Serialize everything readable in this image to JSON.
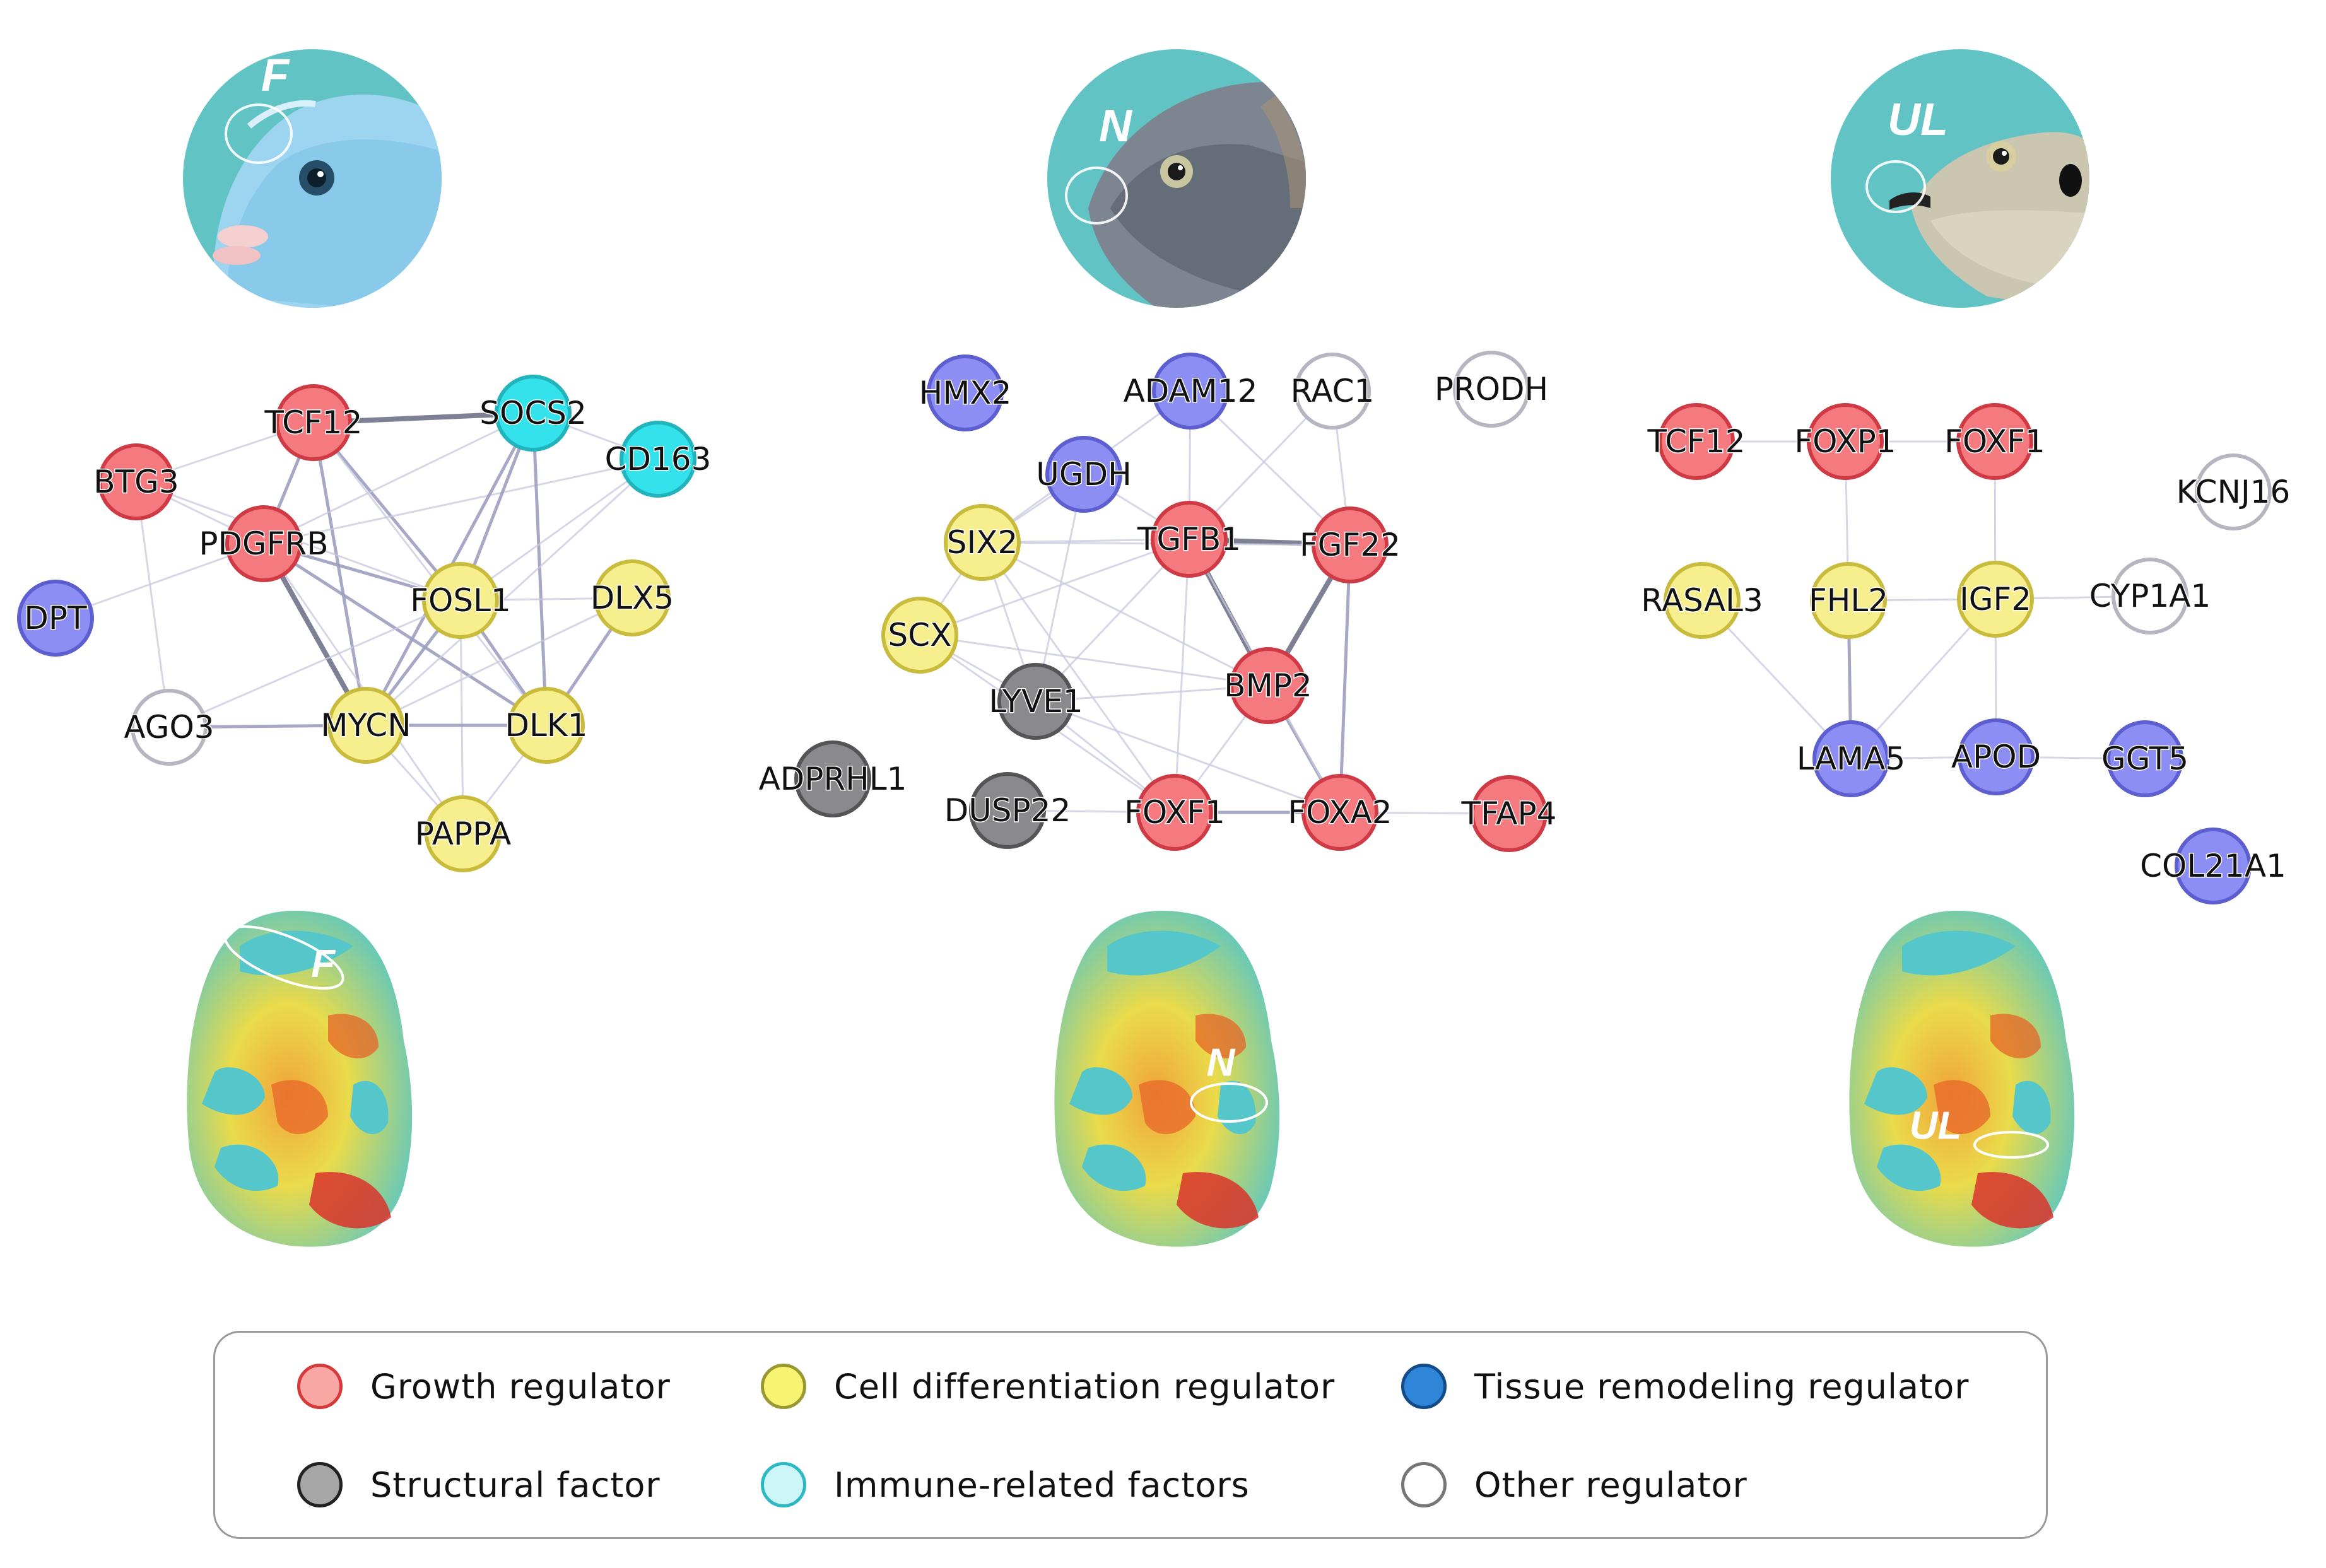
{
  "panels": [
    {
      "id": "panel-F",
      "tag": "F",
      "head_color": "#8ec9e8",
      "nodes": [
        {
          "id": "TCF12",
          "label": "TCF12",
          "category": "growth"
        },
        {
          "id": "SOCS2",
          "label": "SOCS2",
          "category": "immune"
        },
        {
          "id": "CD163",
          "label": "CD163",
          "category": "immune"
        },
        {
          "id": "BTG3",
          "label": "BTG3",
          "category": "growth"
        },
        {
          "id": "PDGFRB",
          "label": "PDGFRB",
          "category": "growth"
        },
        {
          "id": "DPT",
          "label": "DPT",
          "category": "tissue"
        },
        {
          "id": "FOSL1",
          "label": "FOSL1",
          "category": "differentiation"
        },
        {
          "id": "DLX5",
          "label": "DLX5",
          "category": "differentiation"
        },
        {
          "id": "AGO3",
          "label": "AGO3",
          "category": "other"
        },
        {
          "id": "MYCN",
          "label": "MYCN",
          "category": "differentiation"
        },
        {
          "id": "DLK1",
          "label": "DLK1",
          "category": "differentiation"
        },
        {
          "id": "PAPPA",
          "label": "PAPPA",
          "category": "differentiation"
        }
      ],
      "edges": [
        [
          "TCF12",
          "SOCS2",
          "strong"
        ],
        [
          "TCF12",
          "BTG3",
          "weak"
        ],
        [
          "TCF12",
          "PDGFRB",
          "medium"
        ],
        [
          "TCF12",
          "FOSL1",
          "medium"
        ],
        [
          "TCF12",
          "MYCN",
          "medium"
        ],
        [
          "TCF12",
          "DLK1",
          "weak"
        ],
        [
          "BTG3",
          "PDGFRB",
          "weak"
        ],
        [
          "BTG3",
          "AGO3",
          "weak"
        ],
        [
          "BTG3",
          "FOSL1",
          "weak"
        ],
        [
          "PDGFRB",
          "FOSL1",
          "medium"
        ],
        [
          "PDGFRB",
          "MYCN",
          "strong"
        ],
        [
          "PDGFRB",
          "DLK1",
          "medium"
        ],
        [
          "PDGFRB",
          "SOCS2",
          "weak"
        ],
        [
          "PDGFRB",
          "CD163",
          "weak"
        ],
        [
          "PDGFRB",
          "DPT",
          "weak"
        ],
        [
          "PDGFRB",
          "PAPPA",
          "weak"
        ],
        [
          "SOCS2",
          "FOSL1",
          "medium"
        ],
        [
          "SOCS2",
          "MYCN",
          "medium"
        ],
        [
          "SOCS2",
          "DLK1",
          "medium"
        ],
        [
          "SOCS2",
          "CD163",
          "weak"
        ],
        [
          "CD163",
          "MYCN",
          "weak"
        ],
        [
          "CD163",
          "FOSL1",
          "weak"
        ],
        [
          "FOSL1",
          "MYCN",
          "medium"
        ],
        [
          "FOSL1",
          "DLK1",
          "medium"
        ],
        [
          "FOSL1",
          "PAPPA",
          "weak"
        ],
        [
          "FOSL1",
          "DLX5",
          "weak"
        ],
        [
          "DLX5",
          "DLK1",
          "medium"
        ],
        [
          "DLX5",
          "MYCN",
          "weak"
        ],
        [
          "MYCN",
          "AGO3",
          "medium"
        ],
        [
          "MYCN",
          "DLK1",
          "medium"
        ],
        [
          "MYCN",
          "PAPPA",
          "weak"
        ],
        [
          "DLK1",
          "PAPPA",
          "weak"
        ],
        [
          "AGO3",
          "FOSL1",
          "weak"
        ]
      ]
    },
    {
      "id": "panel-N",
      "tag": "N",
      "head_color": "#7d8590",
      "nodes": [
        {
          "id": "HMX2",
          "label": "HMX2",
          "category": "tissue"
        },
        {
          "id": "ADAM12",
          "label": "ADAM12",
          "category": "tissue"
        },
        {
          "id": "RAC1",
          "label": "RAC1",
          "category": "other"
        },
        {
          "id": "PRODH",
          "label": "PRODH",
          "category": "other"
        },
        {
          "id": "UGDH",
          "label": "UGDH",
          "category": "tissue"
        },
        {
          "id": "SIX2",
          "label": "SIX2",
          "category": "differentiation"
        },
        {
          "id": "TGFB1",
          "label": "TGFB1",
          "category": "growth"
        },
        {
          "id": "FGF22",
          "label": "FGF22",
          "category": "growth"
        },
        {
          "id": "SCX",
          "label": "SCX",
          "category": "differentiation"
        },
        {
          "id": "LYVE1",
          "label": "LYVE1",
          "category": "structural"
        },
        {
          "id": "BMP2",
          "label": "BMP2",
          "category": "growth"
        },
        {
          "id": "ADPRHL1",
          "label": "ADPRHL1",
          "category": "structural"
        },
        {
          "id": "DUSP22",
          "label": "DUSP22",
          "category": "structural"
        },
        {
          "id": "FOXF1",
          "label": "FOXF1",
          "category": "growth"
        },
        {
          "id": "FOXA2",
          "label": "FOXA2",
          "category": "growth"
        },
        {
          "id": "TFAP4",
          "label": "TFAP4",
          "category": "growth"
        }
      ],
      "edges": [
        [
          "TGFB1",
          "FGF22",
          "strong"
        ],
        [
          "TGFB1",
          "BMP2",
          "strong"
        ],
        [
          "FGF22",
          "BMP2",
          "strong"
        ],
        [
          "BMP2",
          "FOXA2",
          "medium"
        ],
        [
          "FGF22",
          "FOXA2",
          "medium"
        ],
        [
          "TGFB1",
          "ADAM12",
          "weak"
        ],
        [
          "TGFB1",
          "RAC1",
          "weak"
        ],
        [
          "TGFB1",
          "UGDH",
          "weak"
        ],
        [
          "TGFB1",
          "SIX2",
          "weak"
        ],
        [
          "TGFB1",
          "SCX",
          "weak"
        ],
        [
          "TGFB1",
          "LYVE1",
          "weak"
        ],
        [
          "TGFB1",
          "FOXF1",
          "weak"
        ],
        [
          "TGFB1",
          "FOXA2",
          "weak"
        ],
        [
          "FGF22",
          "RAC1",
          "weak"
        ],
        [
          "FGF22",
          "SIX2",
          "weak"
        ],
        [
          "FGF22",
          "ADAM12",
          "weak"
        ],
        [
          "BMP2",
          "SIX2",
          "weak"
        ],
        [
          "BMP2",
          "SCX",
          "weak"
        ],
        [
          "BMP2",
          "LYVE1",
          "weak"
        ],
        [
          "BMP2",
          "FOXF1",
          "weak"
        ],
        [
          "SIX2",
          "SCX",
          "weak"
        ],
        [
          "SIX2",
          "LYVE1",
          "weak"
        ],
        [
          "SCX",
          "LYVE1",
          "weak"
        ],
        [
          "SCX",
          "FOXF1",
          "weak"
        ],
        [
          "UGDH",
          "LYVE1",
          "weak"
        ],
        [
          "UGDH",
          "SIX2",
          "weak"
        ],
        [
          "FOXF1",
          "FOXA2",
          "medium"
        ],
        [
          "FOXF1",
          "DUSP22",
          "weak"
        ],
        [
          "FOXA2",
          "TFAP4",
          "weak"
        ],
        [
          "LYVE1",
          "FOXF1",
          "weak"
        ],
        [
          "LYVE1",
          "FOXA2",
          "weak"
        ],
        [
          "ADAM12",
          "SIX2",
          "weak"
        ],
        [
          "SIX2",
          "FOXF1",
          "weak"
        ]
      ]
    },
    {
      "id": "panel-UL",
      "tag": "UL",
      "head_color": "#bdb9a6",
      "nodes": [
        {
          "id": "TCF12b",
          "label": "TCF12",
          "category": "growth"
        },
        {
          "id": "FOXP1",
          "label": "FOXP1",
          "category": "growth"
        },
        {
          "id": "FOXF1b",
          "label": "FOXF1",
          "category": "growth"
        },
        {
          "id": "KCNJ16",
          "label": "KCNJ16",
          "category": "other"
        },
        {
          "id": "RASAL3",
          "label": "RASAL3",
          "category": "differentiation"
        },
        {
          "id": "FHL2",
          "label": "FHL2",
          "category": "differentiation"
        },
        {
          "id": "IGF2",
          "label": "IGF2",
          "category": "differentiation"
        },
        {
          "id": "CYP1A1",
          "label": "CYP1A1",
          "category": "other"
        },
        {
          "id": "LAMA5",
          "label": "LAMA5",
          "category": "tissue"
        },
        {
          "id": "APOD",
          "label": "APOD",
          "category": "tissue"
        },
        {
          "id": "GGT5",
          "label": "GGT5",
          "category": "tissue"
        },
        {
          "id": "COL21A1",
          "label": "COL21A1",
          "category": "tissue"
        }
      ],
      "edges": [
        [
          "TCF12b",
          "FOXP1",
          "weak"
        ],
        [
          "FOXP1",
          "FOXF1b",
          "weak"
        ],
        [
          "FOXP1",
          "FHL2",
          "weak"
        ],
        [
          "FOXF1b",
          "IGF2",
          "weak"
        ],
        [
          "FHL2",
          "IGF2",
          "weak"
        ],
        [
          "FHL2",
          "LAMA5",
          "medium"
        ],
        [
          "IGF2",
          "LAMA5",
          "weak"
        ],
        [
          "IGF2",
          "APOD",
          "weak"
        ],
        [
          "IGF2",
          "CYP1A1",
          "weak"
        ],
        [
          "RASAL3",
          "LAMA5",
          "weak"
        ],
        [
          "APOD",
          "GGT5",
          "weak"
        ],
        [
          "LAMA5",
          "APOD",
          "weak"
        ]
      ]
    }
  ],
  "categories": {
    "growth": {
      "fill": "#f47a80",
      "stroke": "#cf3a44"
    },
    "differentiation": {
      "fill": "#f7ef8d",
      "stroke": "#c9bb3c"
    },
    "tissue": {
      "fill": "#8d8ef3",
      "stroke": "#5d5fd0"
    },
    "structural": {
      "fill": "#8a8a8d",
      "stroke": "#555558"
    },
    "immune": {
      "fill": "#33e2ea",
      "stroke": "#22b4bd"
    },
    "other": {
      "fill": "#ffffff",
      "stroke": "#b6b6c0"
    }
  },
  "legend": [
    {
      "label": "Growth regulator",
      "fill": "#f9a7a4",
      "stroke": "#d63a3a"
    },
    {
      "label": "Cell differentiation  regulator",
      "fill": "#f8f370",
      "stroke": "#999933"
    },
    {
      "label": "Tissue remodeling regulator",
      "fill": "#2f86d8",
      "stroke": "#134b88"
    },
    {
      "label": "Structural factor",
      "fill": "#a6a6a6",
      "stroke": "#222222"
    },
    {
      "label": "Immune-related  factors",
      "fill": "#cdf6f8",
      "stroke": "#2cb9c4"
    },
    {
      "label": "Other regulator",
      "fill": "#ffffff",
      "stroke": "#777777"
    }
  ]
}
